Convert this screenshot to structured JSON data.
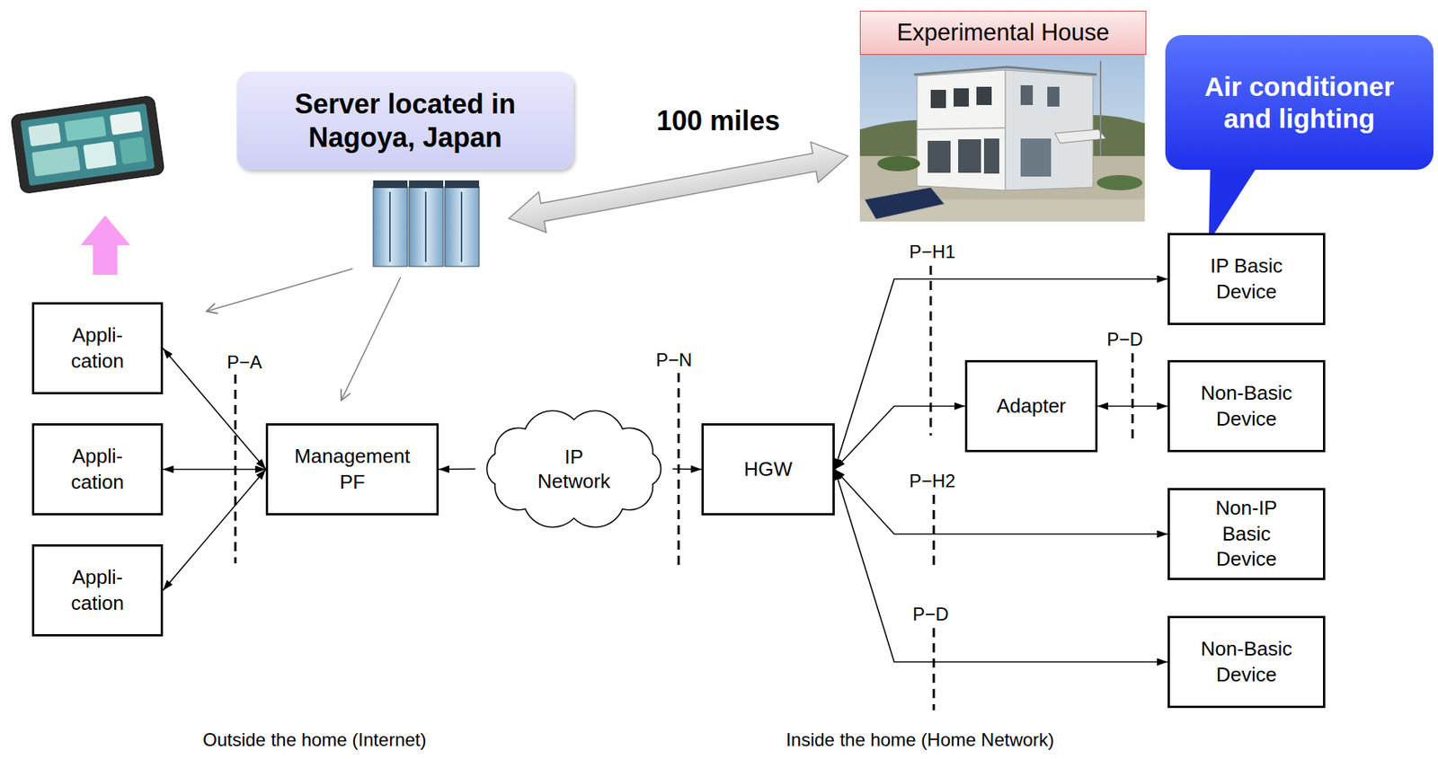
{
  "diagram": {
    "nodes": [
      {
        "text": [
          "Server located in Nagoya, Japan"
        ]
      },
      {
        "text": [
          "Experimental House"
        ]
      },
      {
        "text": [
          "Air conditioner and lighting"
        ]
      },
      {
        "text": [
          "Appli- cation"
        ]
      },
      {
        "text": [
          "Appli- cation"
        ]
      },
      {
        "text": [
          "Appli- cation"
        ]
      },
      {
        "text": [
          "Management PF"
        ]
      },
      {
        "text": [
          "IP Network"
        ]
      },
      {
        "text": [
          "HGW"
        ]
      },
      {
        "text": [
          "IP Basic Device"
        ]
      },
      {
        "text": [
          "Adapter"
        ]
      },
      {
        "text": [
          "Non-Basic Device"
        ]
      },
      {
        "text": [
          "Non-IP Basic Device"
        ]
      },
      {
        "text": [
          "Non-Basic Device"
        ]
      }
    ],
    "edges": [
      {
        "from": 6,
        "to": 3,
        "arrow": "both"
      },
      {
        "from": 6,
        "to": 4,
        "arrow": "both"
      },
      {
        "from": 6,
        "to": 5,
        "arrow": "both"
      },
      {
        "from": 7,
        "to": 6,
        "arrow": "to"
      },
      {
        "from": 7,
        "to": 8,
        "arrow": "to"
      },
      {
        "from": 8,
        "to": 9,
        "arrow": "both"
      },
      {
        "from": 8,
        "to": 10,
        "arrow": "both"
      },
      {
        "from": 10,
        "to": 11,
        "arrow": "both"
      },
      {
        "from": 8,
        "to": 12,
        "arrow": "both"
      },
      {
        "from": 8,
        "to": 13,
        "arrow": "both"
      }
    ],
    "labels": [
      "100 miles",
      "P−A",
      "P−N",
      "P−H1",
      "P−D",
      "P−H2",
      "P−D",
      "Outside the home (Internet)",
      "Inside the home (Home Network)"
    ]
  }
}
